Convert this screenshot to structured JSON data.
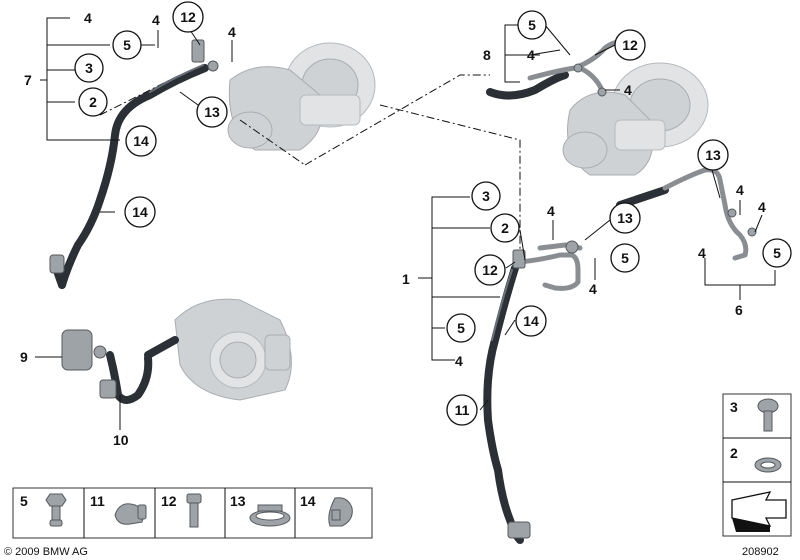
{
  "labels": {
    "left_bracket_4": "4",
    "left_bracket_5": "5",
    "left_bracket_3": "3",
    "left_bracket_2": "2",
    "left_bracket_7": "7",
    "left_top_4": "4",
    "left_top_12": "12",
    "left_top_4b": "4",
    "left_13": "13",
    "left_14a": "14",
    "left_14b": "14",
    "left_9": "9",
    "left_10": "10",
    "top_right_5": "5",
    "top_right_4": "4",
    "top_right_8": "8",
    "top_right_12": "12",
    "top_right_4b": "4",
    "right_13": "13",
    "right_4a": "4",
    "right_4b": "4",
    "right_4c": "4",
    "right_5": "5",
    "right_6": "6",
    "mid_3": "3",
    "mid_2": "2",
    "mid_4": "4",
    "mid_13": "13",
    "mid_1": "1",
    "mid_12": "12",
    "mid_5": "5",
    "mid_4b": "4",
    "mid_5b": "5",
    "mid_4c": "4",
    "mid_14": "14",
    "mid_11": "11"
  },
  "legend_bottom": [
    {
      "label": "5",
      "icon": "banjo-bolt-icon"
    },
    {
      "label": "11",
      "icon": "hose-clamp-icon"
    },
    {
      "label": "12",
      "icon": "bolt-icon"
    },
    {
      "label": "13",
      "icon": "band-clamp-icon"
    },
    {
      "label": "14",
      "icon": "spring-clip-icon"
    }
  ],
  "legend_side": [
    {
      "label": "3",
      "icon": "screw-icon"
    },
    {
      "label": "2",
      "icon": "seal-ring-icon"
    }
  ],
  "footer": {
    "copyright": "© 2009 BMW AG",
    "diagram_number": "208902"
  },
  "colors": {
    "hose": "#2b2f36",
    "pipe": "#8a8e93",
    "ghost_part": "#cfd2d5"
  }
}
